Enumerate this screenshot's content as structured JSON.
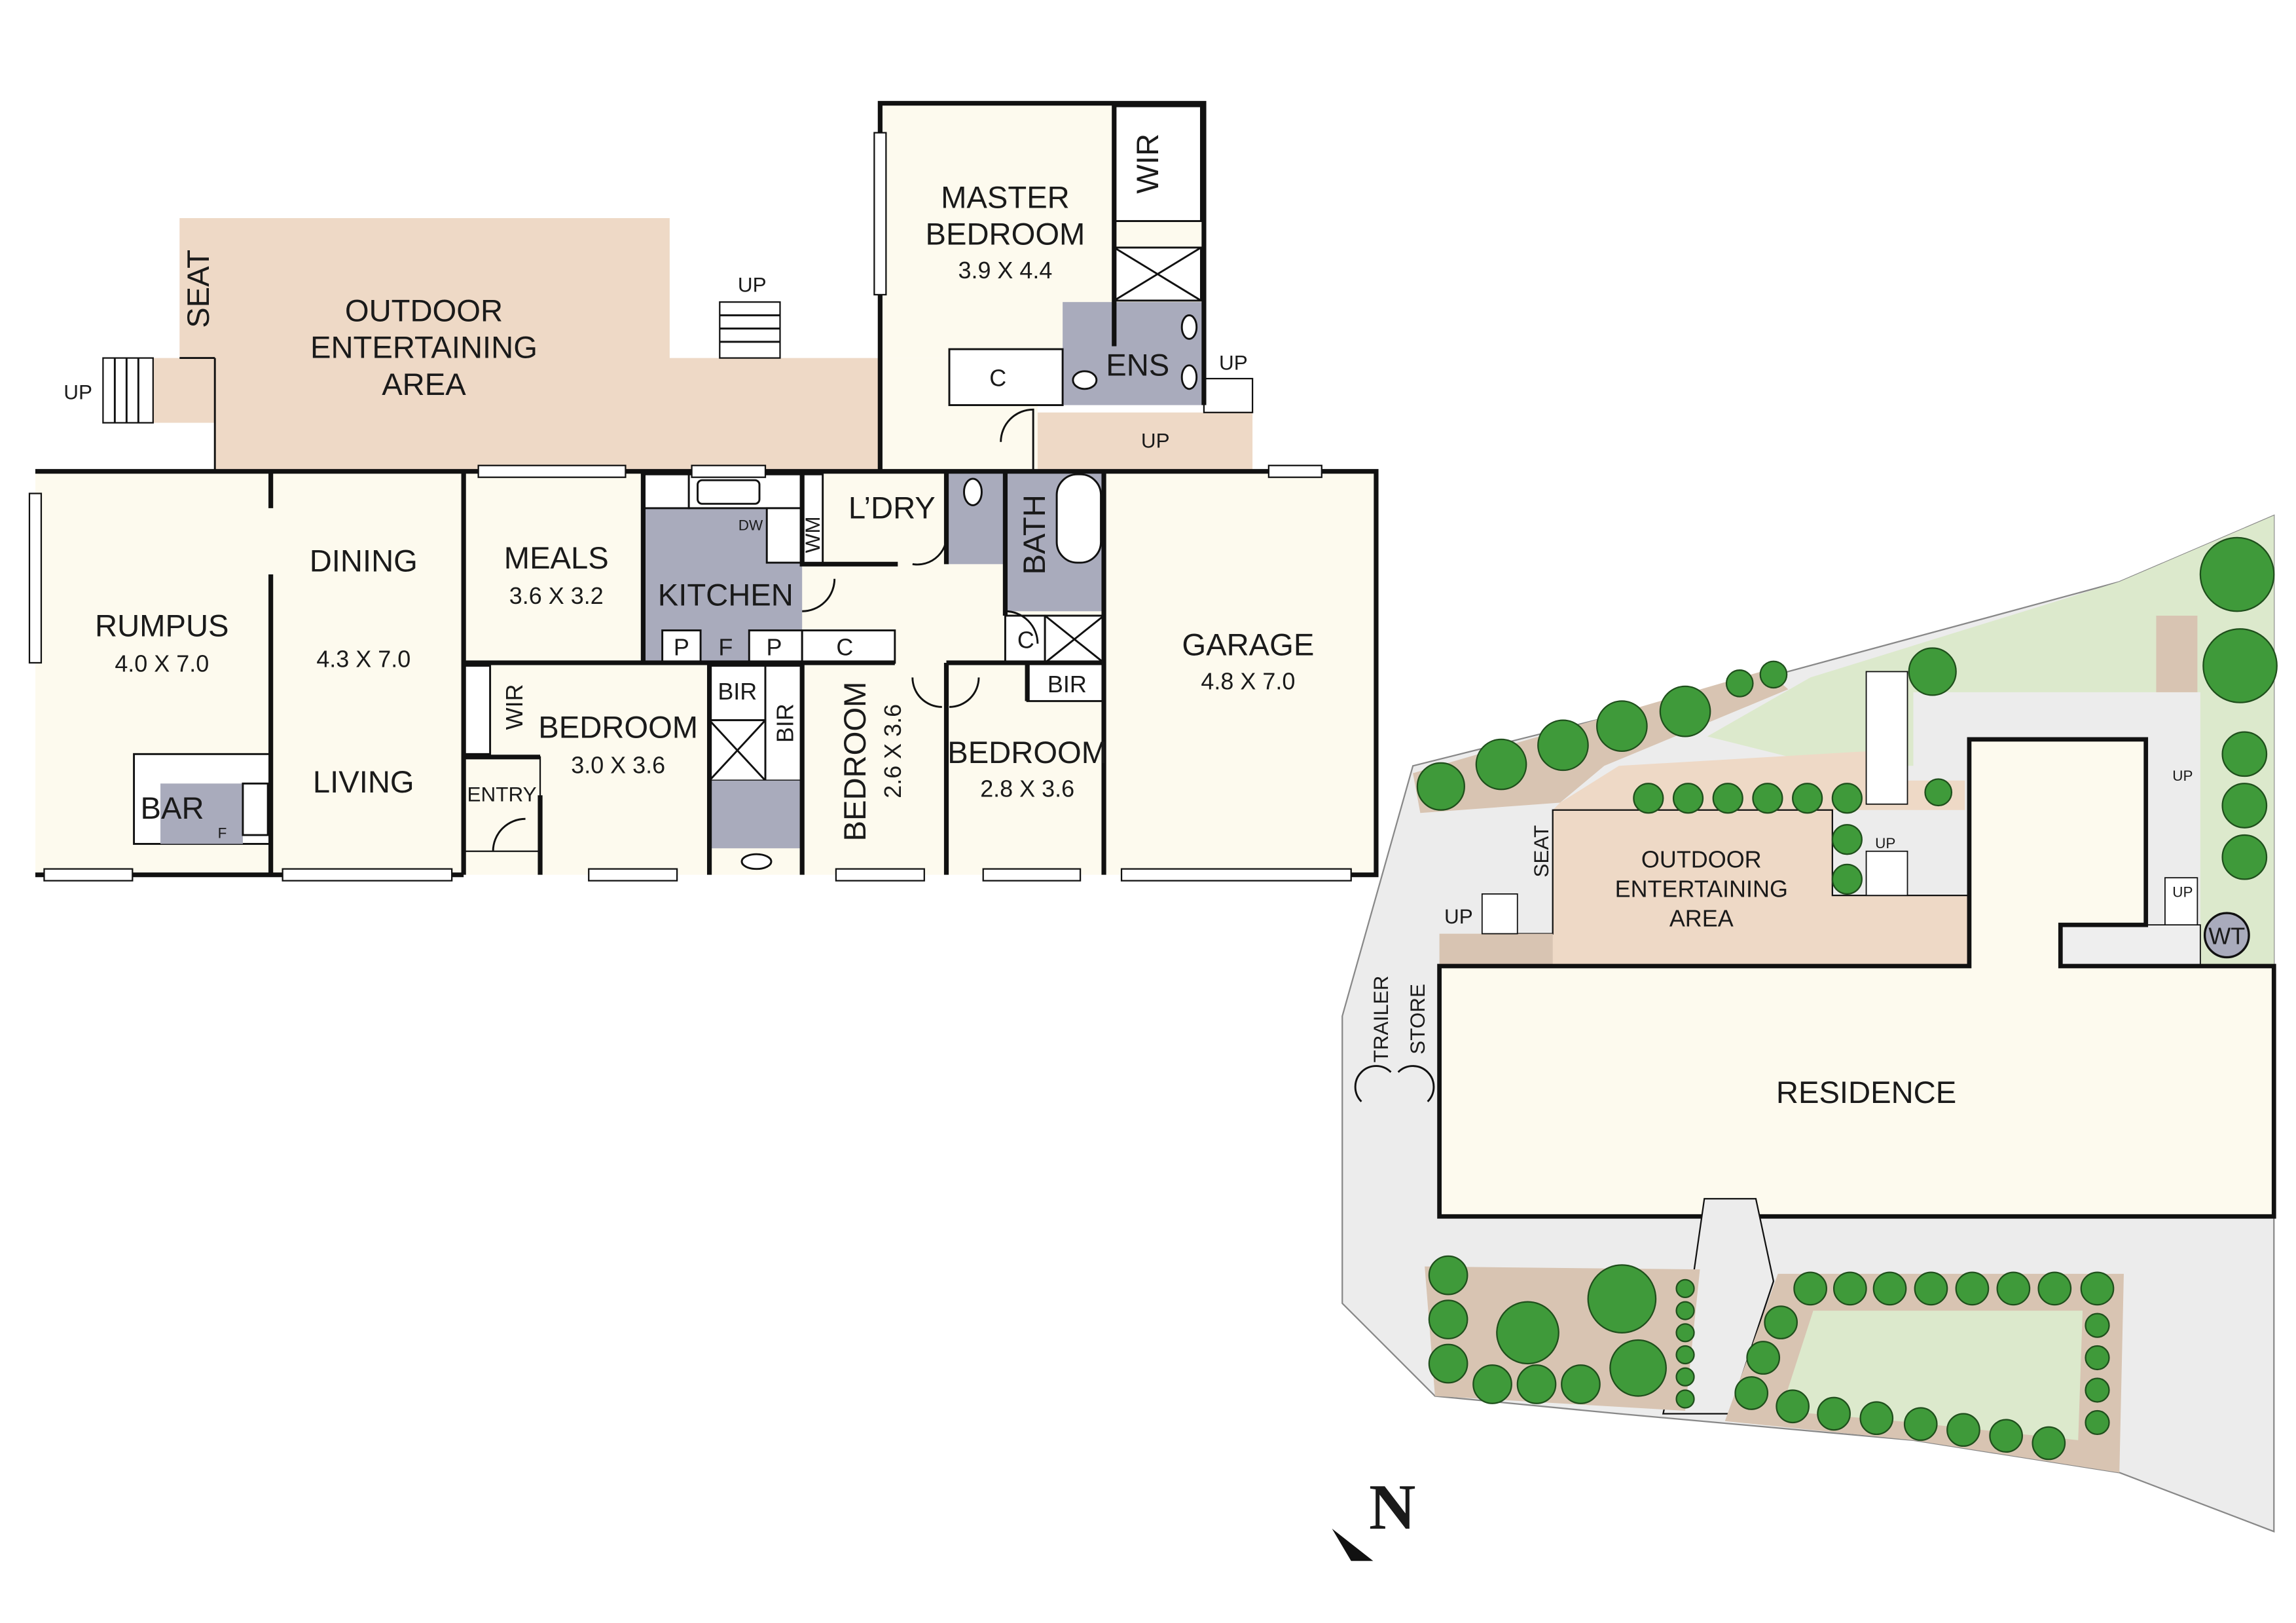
{
  "colors": {
    "interior": "#fdfaee",
    "outdoor": "#eed9c6",
    "wet_area": "#a9abbc",
    "lawn": "#dce9cc",
    "tree": "#3f9a3a",
    "paving": "#ececec",
    "garden_bed": "#d8c4b2",
    "walls": "#111111"
  },
  "floor_plan": {
    "outdoor_entertaining": [
      "OUTDOOR",
      "ENTERTAINING",
      "AREA"
    ],
    "seat": "SEAT",
    "up": "UP",
    "master_bedroom": {
      "name": [
        "MASTER",
        "BEDROOM"
      ],
      "size": "3.9 X 4.4"
    },
    "wir": "WIR",
    "ens": "ENS",
    "c": "C",
    "rumpus": {
      "name": "RUMPUS",
      "size": "4.0 X 7.0"
    },
    "dining": {
      "name": "DINING",
      "size": "4.3 X 7.0"
    },
    "living": "LIVING",
    "meals": {
      "name": "MEALS",
      "size": "3.6 X 3.2"
    },
    "kitchen": "KITCHEN",
    "dw": "DW",
    "wm": "WM",
    "p": "P",
    "f": "F",
    "laundry": "L’DRY",
    "bath": "BATH",
    "garage": {
      "name": "GARAGE",
      "size": "4.8 X 7.0"
    },
    "bar": "BAR",
    "entry": "ENTRY",
    "bedroom_1": {
      "name": "BEDROOM",
      "size": "3.0 X 3.6"
    },
    "bir": "BIR",
    "bedroom_2": {
      "name": "BEDROOM",
      "size": "2.6 X 3.6"
    },
    "bedroom_3": {
      "name": "BEDROOM",
      "size": "2.8 X 3.6"
    }
  },
  "site_plan": {
    "outdoor_entertaining": [
      "OUTDOOR",
      "ENTERTAINING",
      "AREA"
    ],
    "seat": "SEAT",
    "up": "UP",
    "wt": "WT",
    "residence": "RESIDENCE",
    "trailer_store": [
      "TRAILER",
      "STORE"
    ]
  },
  "north_arrow": {
    "label": "N",
    "icon": "north-arrow-icon"
  }
}
